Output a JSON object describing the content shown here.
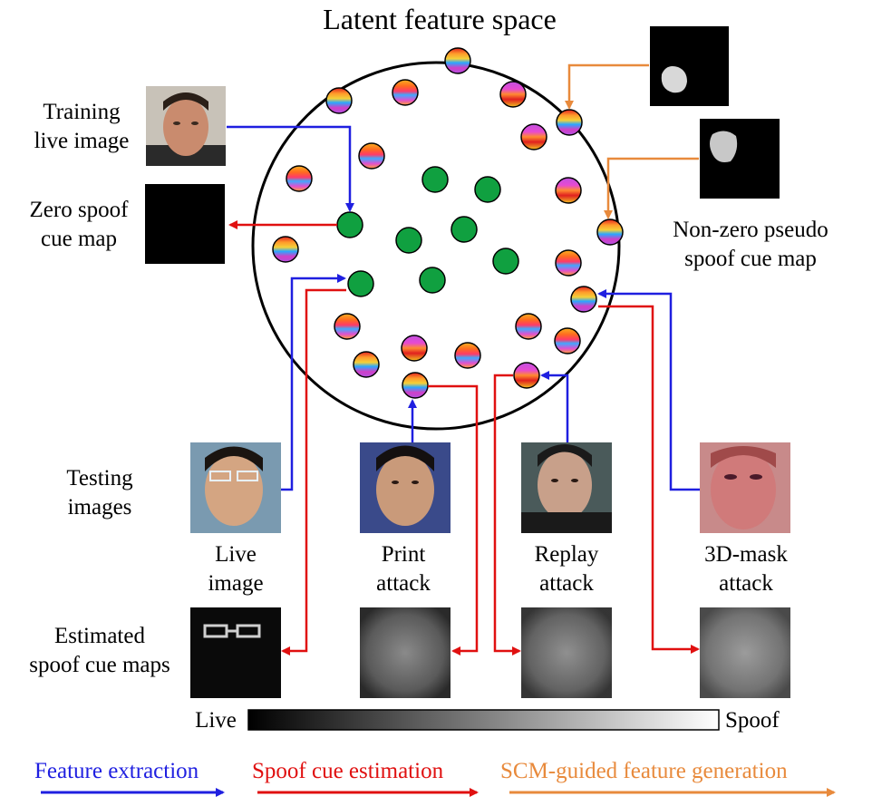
{
  "title": "Latent feature space",
  "labels": {
    "training_live": "Training\nlive image",
    "zero_map": "Zero spoof\ncue map",
    "nonzero_map": "Non-zero pseudo\nspoof  cue map",
    "testing": "Testing\nimages",
    "estimated": "Estimated\nspoof cue maps",
    "live_image": "Live\nimage",
    "print_attack": "Print\nattack",
    "replay_attack": "Replay\nattack",
    "mask_attack": "3D-mask\nattack",
    "bar_left": "Live",
    "bar_right": "Spoof"
  },
  "legend": {
    "feature_extraction": "Feature extraction",
    "spoof_cue": "Spoof cue estimation",
    "scm_guided": "SCM-guided feature generation"
  },
  "colors": {
    "blue": "#1f1fe0",
    "red": "#e01010",
    "orange": "#e88a3c",
    "green": "#10a040"
  },
  "icons": {
    "face_photo": "face-photo-icon",
    "spoof_map": "spoof-cue-map-icon"
  }
}
